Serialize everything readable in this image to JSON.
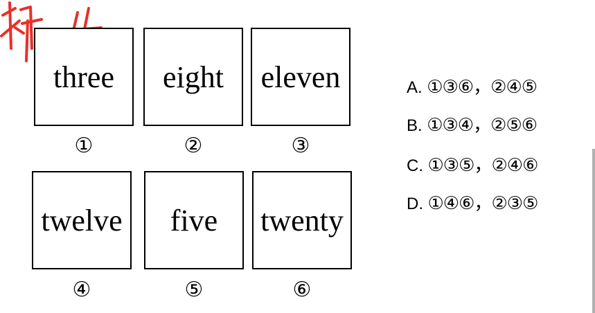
{
  "cards": [
    {
      "word": "three",
      "number": "①"
    },
    {
      "word": "eight",
      "number": "②"
    },
    {
      "word": "eleven",
      "number": "③"
    },
    {
      "word": "twelve",
      "number": "④"
    },
    {
      "word": "five",
      "number": "⑤"
    },
    {
      "word": "twenty",
      "number": "⑥"
    }
  ],
  "options": [
    {
      "letter": "A.",
      "group1": "①③⑥",
      "sep": "，",
      "group2": "②④⑤"
    },
    {
      "letter": "B.",
      "group1": "①③④",
      "sep": "，",
      "group2": "②⑤⑥"
    },
    {
      "letter": "C.",
      "group1": "①③⑤",
      "sep": "，",
      "group2": "②④⑥"
    },
    {
      "letter": "D.",
      "group1": "①④⑥",
      "sep": "，",
      "group2": "②③⑤"
    }
  ],
  "colors": {
    "handwriting": "#e8302a"
  }
}
